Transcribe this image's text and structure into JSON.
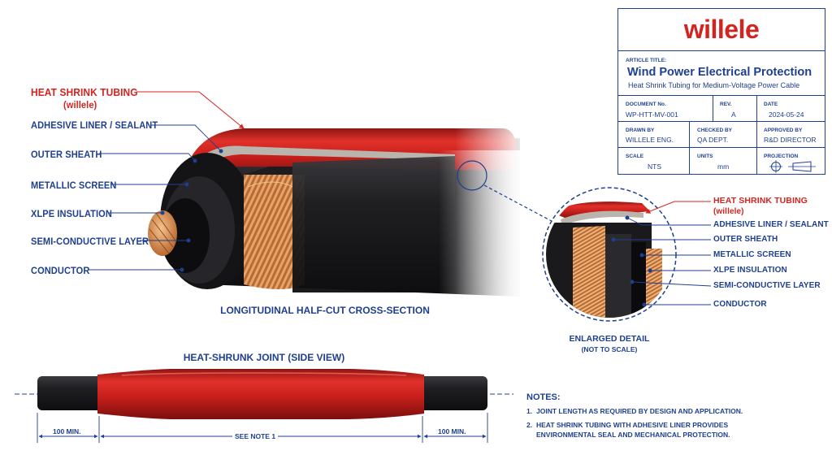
{
  "brand": {
    "logo": "willele",
    "color": "#d42420"
  },
  "main_labels": [
    {
      "text": "HEAT SHRINK TUBING",
      "color": "#d42420"
    },
    {
      "text": "(willele)",
      "color": "#d42420"
    },
    {
      "text": "ADHESIVE LINER / SEALANT"
    },
    {
      "text": "OUTER SHEATH"
    },
    {
      "text": "METALLIC SCREEN"
    },
    {
      "text": "XLPE INSULATION"
    },
    {
      "text": "SEMI-CONDUCTIVE LAYER"
    },
    {
      "text": "CONDUCTOR"
    }
  ],
  "section_caption": "LONGITUDINAL HALF-CUT CROSS-SECTION",
  "detail_labels": [
    {
      "text": "HEAT SHRINK TUBING",
      "color": "#d42420"
    },
    {
      "text": "(willele)",
      "color": "#d42420"
    },
    {
      "text": "ADHESIVE LINER / SEALANT"
    },
    {
      "text": "OUTER SHEATH"
    },
    {
      "text": "METALLIC SCREEN"
    },
    {
      "text": "XLPE INSULATION"
    },
    {
      "text": "SEMI-CONDUCTIVE LAYER"
    },
    {
      "text": "CONDUCTOR"
    }
  ],
  "detail_caption": {
    "line1": "ENLARGED DETAIL",
    "line2": "(NOT TO SCALE)"
  },
  "joint": {
    "title": "HEAT-SHRUNK JOINT (SIDE VIEW)",
    "dim_left": "100 MIN.",
    "dim_center": "SEE NOTE 1",
    "dim_right": "100 MIN."
  },
  "title_block": {
    "article_label": "ARTICLE TITLE:",
    "title": "Wind Power Electrical Protection",
    "subtitle": "Heat Shrink Tubing for Medium-Voltage Power Cable",
    "document_no_label": "DOCUMENT No.",
    "document_no": "WP-HTT-MV-001",
    "rev_label": "REV.",
    "rev": "A",
    "date_label": "DATE",
    "date": "2024-05-24",
    "drawn_by_label": "DRAWN BY",
    "drawn_by": "WILLELE ENG.",
    "checked_by_label": "CHECKED BY",
    "checked_by": "QA DEPT.",
    "approved_by_label": "APPROVED BY",
    "approved_by": "R&D DIRECTOR",
    "scale_label": "SCALE",
    "scale": "NTS",
    "units_label": "UNITS",
    "units": "mm",
    "projection_label": "PROJECTION"
  },
  "notes": {
    "heading": "NOTES:",
    "items": [
      {
        "num": "1.",
        "line1": "JOINT LENGTH AS REQUIRED BY DESIGN AND APPLICATION.",
        "line2": ""
      },
      {
        "num": "2.",
        "line1": "HEAT SHRINK TUBING WITH ADHESIVE LINER PROVIDES",
        "line2": "ENVIRONMENTAL SEAL AND MECHANICAL PROTECTION."
      }
    ]
  },
  "colors": {
    "ink": "#1f3f8f",
    "tubing_red": "#d42420",
    "sheath_black": "#1c1c1e",
    "copper": "#c9773a"
  }
}
